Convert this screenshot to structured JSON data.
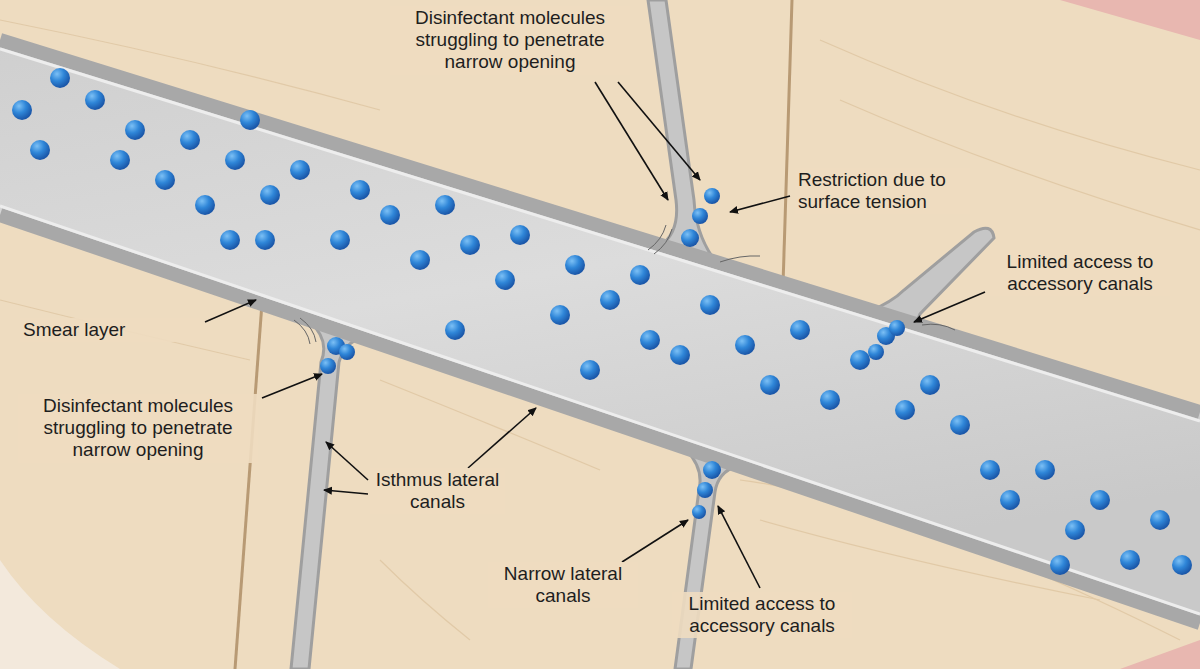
{
  "diagram": {
    "labels": [
      "Disinfectant molecules struggling to penetrate narrow opening",
      "Restriction due to surface tension",
      "Limited access to accessory canals",
      "Smear layer",
      "Disinfectant molecules struggling to penetrate narrow opening",
      "Isthmus lateral canals",
      "Narrow lateral canals",
      "Limited access to accessory canals"
    ]
  }
}
